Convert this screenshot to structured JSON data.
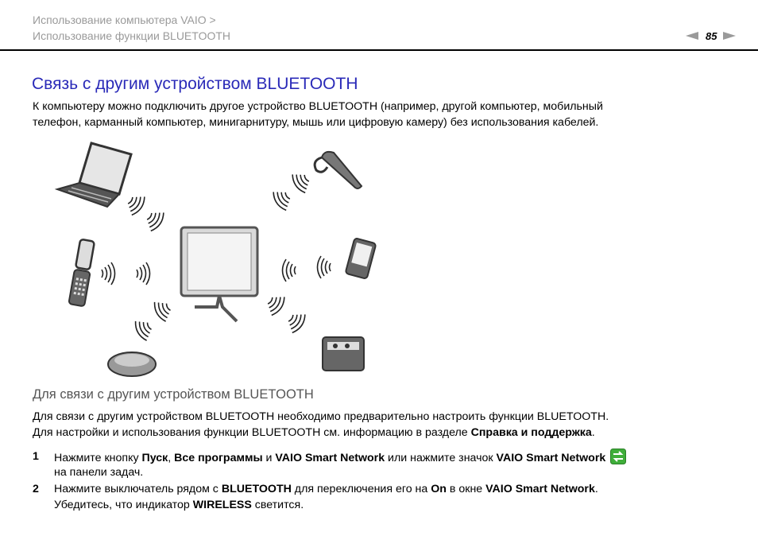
{
  "breadcrumb": {
    "line1": "Использование компьютера VAIO >",
    "line2": "Использование функции BLUETOOTH"
  },
  "page_number": "85",
  "title": "Связь с другим устройством BLUETOOTH",
  "intro": {
    "line1": "К компьютеру можно подключить другое устройство BLUETOOTH (например, другой компьютер, мобильный",
    "line2": "телефон, карманный компьютер, минигарнитуру, мышь или цифровую камеру) без использования кабелей."
  },
  "subheading": "Для связи с другим устройством BLUETOOTH",
  "body": {
    "line1": "Для связи с другим устройством BLUETOOTH необходимо предварительно настроить функции BLUETOOTH.",
    "line2_pre": "Для настройки и использования функции BLUETOOTH см. информацию в разделе ",
    "line2_bold": "Справка и поддержка",
    "line2_post": "."
  },
  "steps": [
    {
      "num": "1",
      "a_pre": "Нажмите кнопку ",
      "a_b1": "Пуск",
      "a_sep": ", ",
      "a_b2": "Все программы",
      "a_and": " и ",
      "a_b3": "VAIO Smart Network",
      "a_or": " или нажмите значок ",
      "a_b4": "VAIO Smart Network",
      "b": "на панели задач."
    },
    {
      "num": "2",
      "a_pre": "Нажмите выключатель рядом с ",
      "a_b1": "BLUETOOTH",
      "a_mid": " для переключения его на ",
      "a_b2": "On",
      "a_mid2": " в окне ",
      "a_b3": "VAIO Smart Network",
      "a_end": ".",
      "b_pre": "Убедитесь, что индикатор ",
      "b_bold": "WIRELESS",
      "b_post": " светится."
    }
  ],
  "icons": {
    "prev": "arrow-left-icon",
    "next": "arrow-right-icon",
    "vaio_smart_network": "vaio-smart-network-icon"
  },
  "colors": {
    "title": "#2a2ab8",
    "breadcrumb": "#9a9a9a",
    "icon_green": "#3fae3a"
  }
}
